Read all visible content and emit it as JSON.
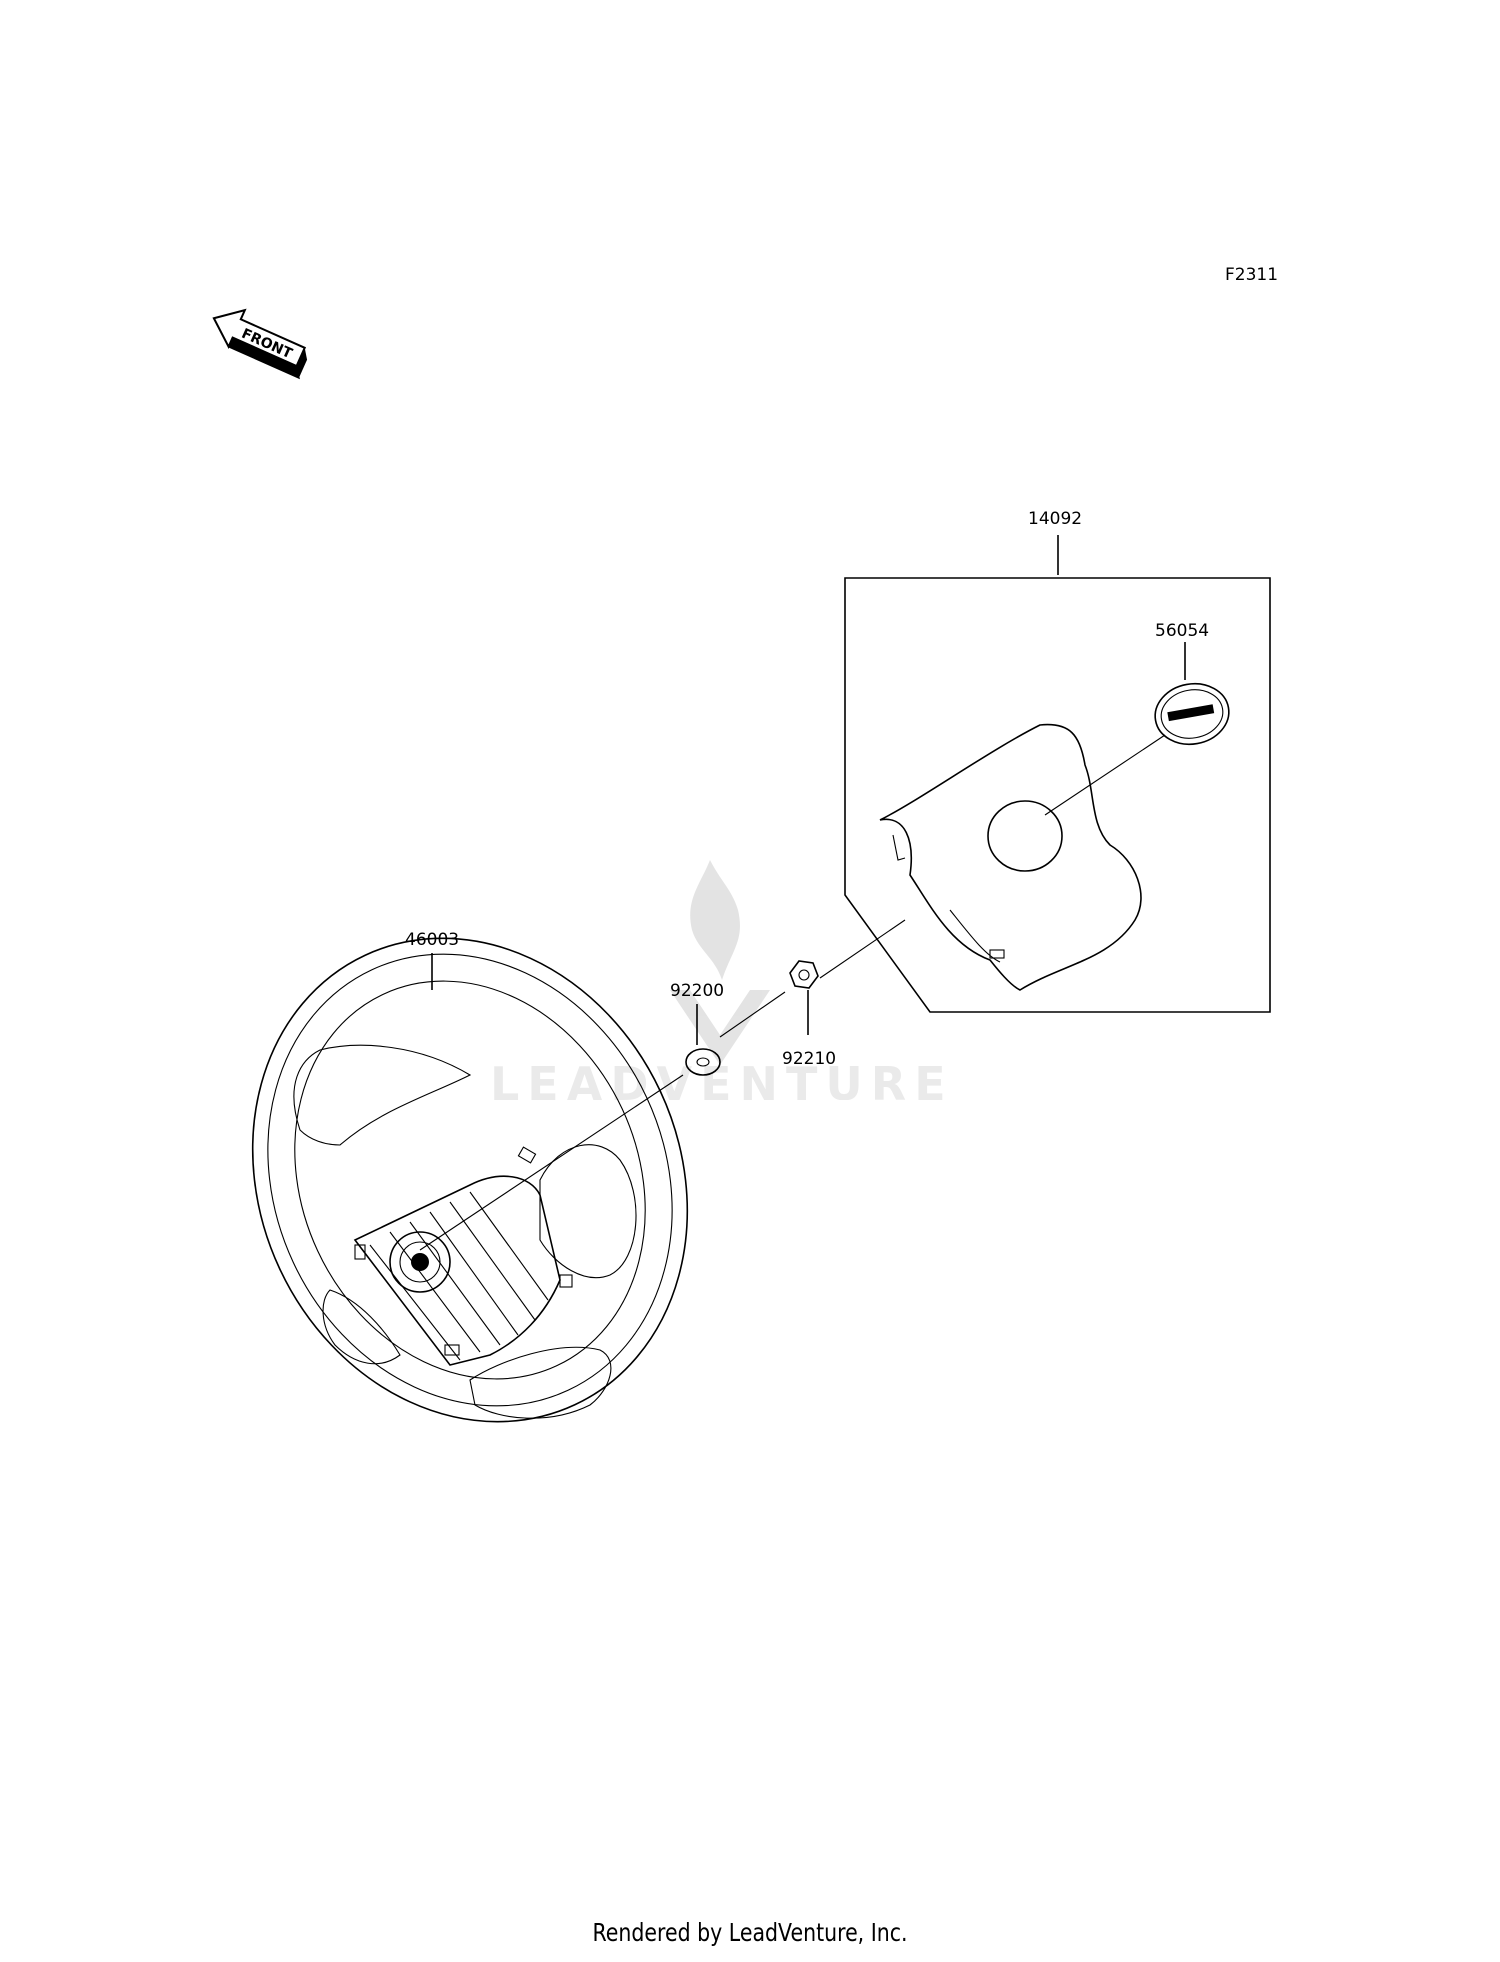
{
  "figure_code": "F2311",
  "front_arrow_label": "FRONT",
  "parts": [
    {
      "number": "14092"
    },
    {
      "number": "56054"
    },
    {
      "number": "46003"
    },
    {
      "number": "92200"
    },
    {
      "number": "92210"
    }
  ],
  "watermark_text": "LEADVENTURE",
  "footer": "Rendered by LeadVenture, Inc.",
  "colors": {
    "line": "#000000",
    "watermark": "#d9d9d9",
    "background": "#ffffff"
  }
}
